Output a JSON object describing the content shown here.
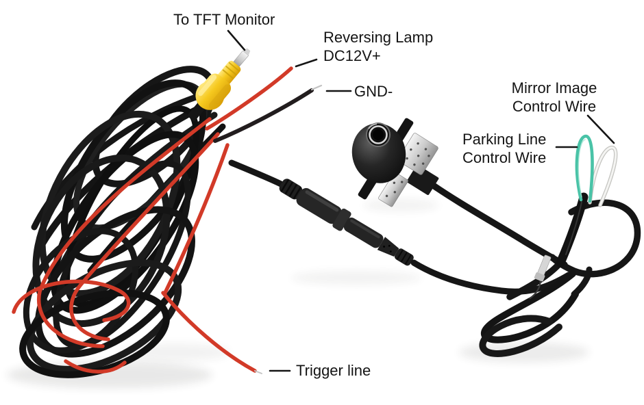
{
  "labels": {
    "tft_monitor": "To TFT Monitor",
    "reversing_lamp": {
      "line1": "Reversing Lamp",
      "line2": "DC12V+"
    },
    "gnd": "GND-",
    "mirror_image": {
      "line1": "Mirror Image",
      "line2": "Control Wire"
    },
    "parking_line": {
      "line1": "Parking Line",
      "line2": "Control Wire"
    },
    "trigger": "Trigger line"
  },
  "components": {
    "rca_video_plug": "yellow RCA video plug",
    "camera": "rear-view camera head",
    "inline_connector": "inline cable connector",
    "left_cable_coil": "coiled extension cable with red power wires",
    "right_cable_bundle": "camera pigtail bundle with zip tie",
    "parking_control_loop": "green loop wire",
    "mirror_control_loop": "white loop wire"
  },
  "wire_colors": {
    "video_plug_yellow": "#f2c41f",
    "power_wire_red": "#d23a28",
    "ground_wire_black": "#1a1a1a",
    "parking_control_green": "#49c3a7",
    "mirror_control_white": "#f4f4f2",
    "cable_black": "#161616",
    "label_text": "#141414"
  }
}
